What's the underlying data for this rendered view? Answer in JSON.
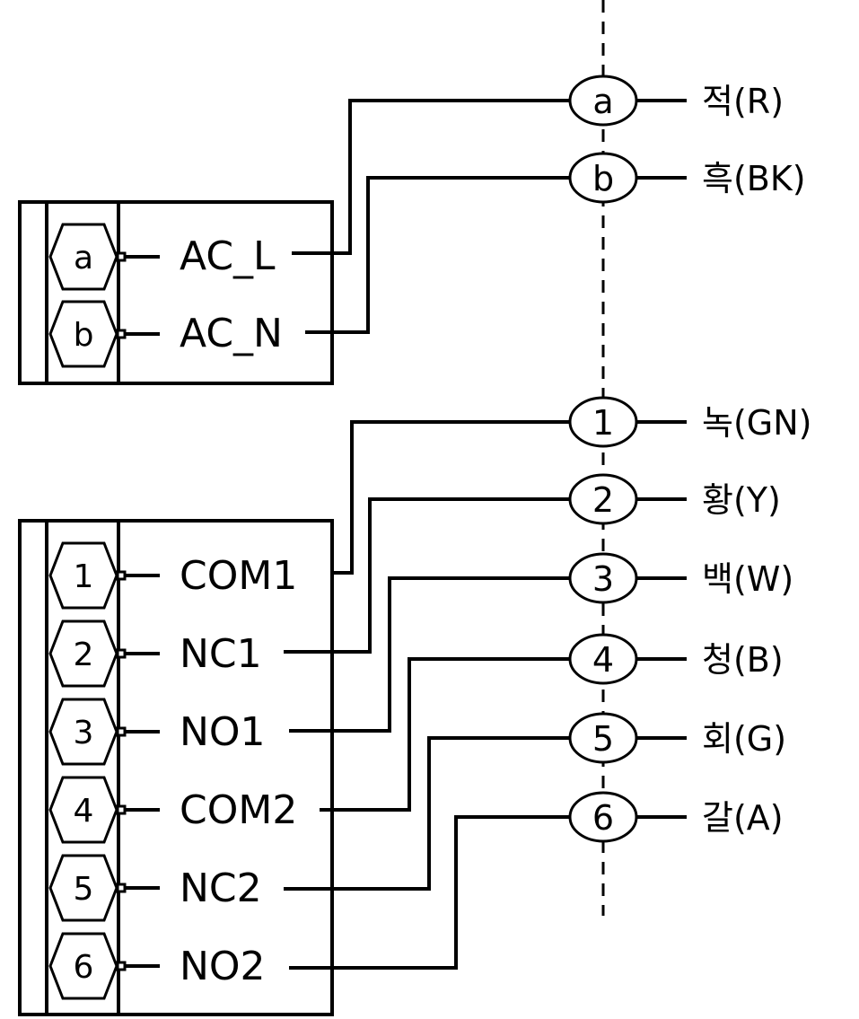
{
  "power_block": {
    "terminals": [
      {
        "pin": "a",
        "signal": "AC_L"
      },
      {
        "pin": "b",
        "signal": "AC_N"
      }
    ]
  },
  "relay_block": {
    "terminals": [
      {
        "pin": "1",
        "signal": "COM1"
      },
      {
        "pin": "2",
        "signal": "NC1"
      },
      {
        "pin": "3",
        "signal": "NO1"
      },
      {
        "pin": "4",
        "signal": "COM2"
      },
      {
        "pin": "5",
        "signal": "NC2"
      },
      {
        "pin": "6",
        "signal": "NO2"
      }
    ]
  },
  "connector_pins": [
    {
      "pin": "a",
      "wire": "적(R)"
    },
    {
      "pin": "b",
      "wire": "흑(BK)"
    },
    {
      "pin": "1",
      "wire": "녹(GN)"
    },
    {
      "pin": "2",
      "wire": "황(Y)"
    },
    {
      "pin": "3",
      "wire": "백(W)"
    },
    {
      "pin": "4",
      "wire": "청(B)"
    },
    {
      "pin": "5",
      "wire": "회(G)"
    },
    {
      "pin": "6",
      "wire": "갈(A)"
    }
  ]
}
